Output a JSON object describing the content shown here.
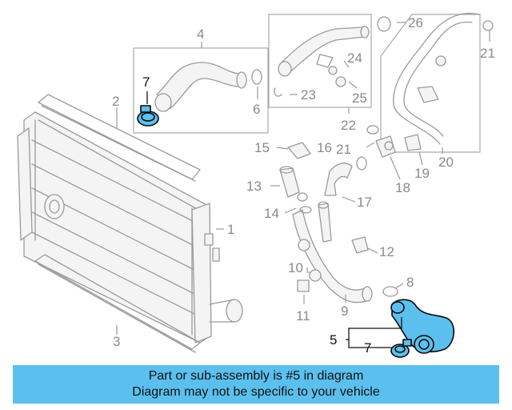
{
  "banner": {
    "line1": "Part or sub-assembly is #5 in diagram",
    "line2": "Diagram may not be specific to your vehicle",
    "color": "#5bc0ee"
  },
  "highlight_color": "#5bc0ee",
  "callouts": {
    "c1": "1",
    "c2": "2",
    "c3": "3",
    "c4": "4",
    "c5": "5",
    "c6": "6",
    "c7_top": "7",
    "c7_bottom": "7",
    "c8": "8",
    "c9": "9",
    "c10": "10",
    "c11": "11",
    "c12": "12",
    "c13": "13",
    "c14": "14",
    "c15": "15",
    "c16": "16",
    "c17": "17",
    "c18": "18",
    "c19": "19",
    "c20": "20",
    "c21a": "21",
    "c21b": "21",
    "c22": "22",
    "c23": "23",
    "c24": "24",
    "c25": "25",
    "c26": "26"
  }
}
